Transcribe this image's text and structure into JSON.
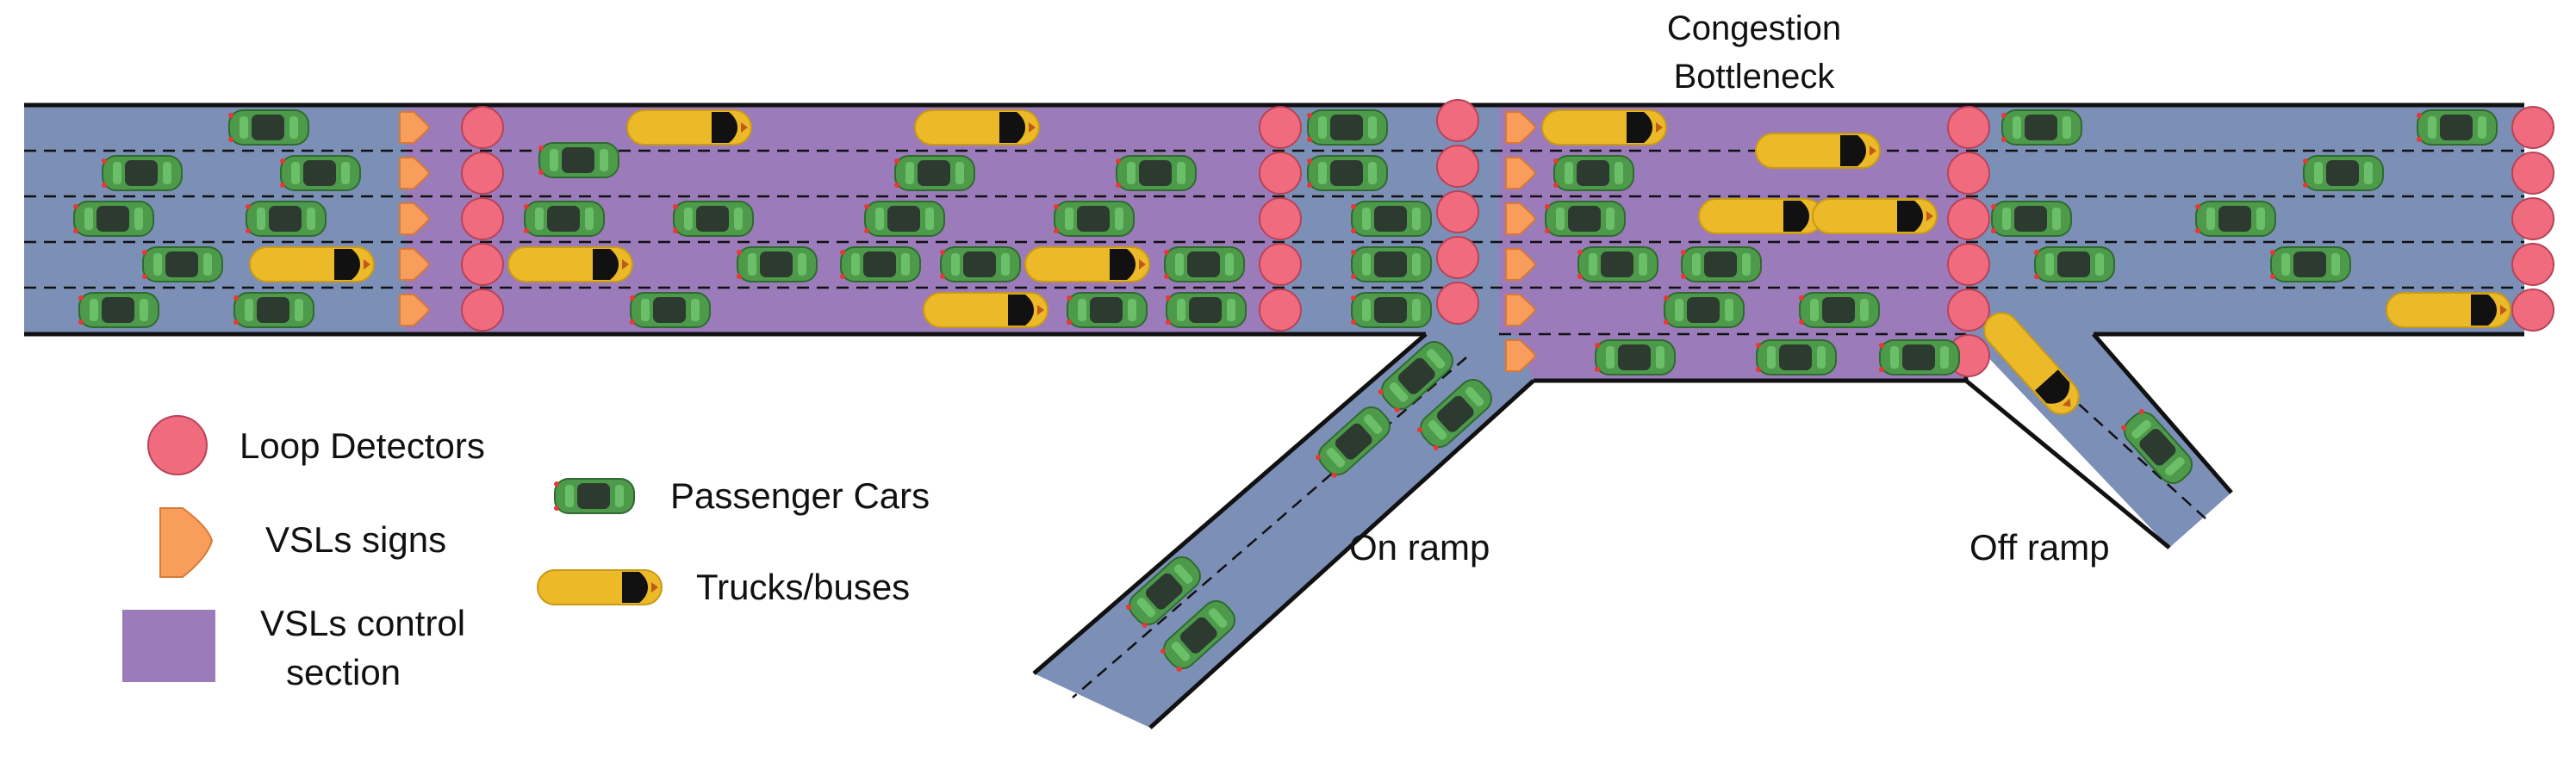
{
  "title_line1": "Congestion",
  "title_line2": "Bottleneck",
  "labels": {
    "on_ramp": "On ramp",
    "off_ramp": "Off ramp"
  },
  "legend": {
    "loop_detectors": "Loop Detectors",
    "vsl_signs": "VSLs signs",
    "vsl_section_line1": "VSLs control",
    "vsl_section_line2": "section",
    "passenger_cars": "Passenger Cars",
    "trucks": "Trucks/buses"
  },
  "colors": {
    "road": "#7c8fb7",
    "vsl_section": "#9b7bb9",
    "detector": "#f16b7f",
    "vsl_sign": "#f89d5c",
    "car_body": "#4e9a4b",
    "truck_body": "#ecb929"
  },
  "icons": {
    "detector": "circle",
    "vsl_sign": "arrow-pentagon",
    "car": "car-top-view",
    "truck": "bus-top-view"
  }
}
